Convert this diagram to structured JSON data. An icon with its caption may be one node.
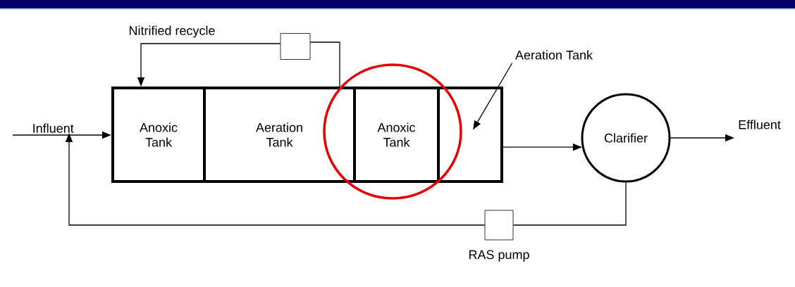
{
  "diagram": {
    "nodes": [
      {
        "text": [
          "Influent"
        ]
      },
      {
        "text": [
          "Anoxic Tank"
        ]
      },
      {
        "text": [
          "Aeration Tank"
        ]
      },
      {
        "text": [
          "Anoxic Tank"
        ]
      },
      {
        "text": [],
        "shape": "box"
      },
      {
        "text": [
          "Aeration Tank"
        ]
      },
      {
        "text": [
          "Clarifier"
        ]
      },
      {
        "text": [
          "Effluent"
        ]
      },
      {
        "text": [],
        "shape": "box"
      },
      {
        "text": [],
        "shape": "box",
        "beside": [
          "RAS pump"
        ]
      }
    ],
    "edges": [
      {
        "from": 0,
        "to": 1,
        "arrow": "to"
      },
      {
        "from": 4,
        "to": 6,
        "arrow": "to"
      },
      {
        "from": 6,
        "to": 7,
        "arrow": "to"
      },
      {
        "from": 5,
        "to": 4,
        "arrow": "to"
      },
      {
        "from": 2,
        "to": 8,
        "arrow": "none"
      },
      {
        "from": 8,
        "to": 1,
        "arrow": "to",
        "label": "Nitrified recycle"
      },
      {
        "from": 6,
        "to": 9,
        "arrow": "none"
      },
      {
        "from": 9,
        "to": 0,
        "arrow": "to"
      }
    ]
  }
}
